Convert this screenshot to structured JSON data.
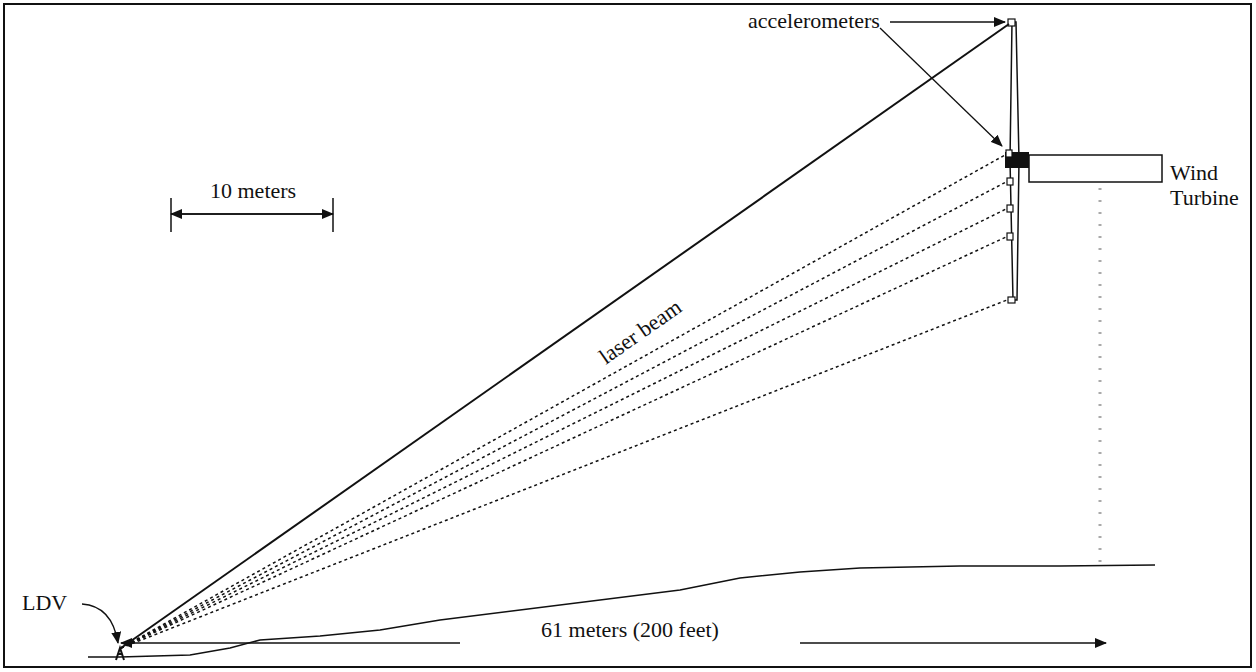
{
  "diagram": {
    "labels": [
      "accelerometers",
      "10 meters",
      "laser beam",
      "Wind Turbine",
      "LDV",
      "61 meters (200 feet)"
    ]
  }
}
